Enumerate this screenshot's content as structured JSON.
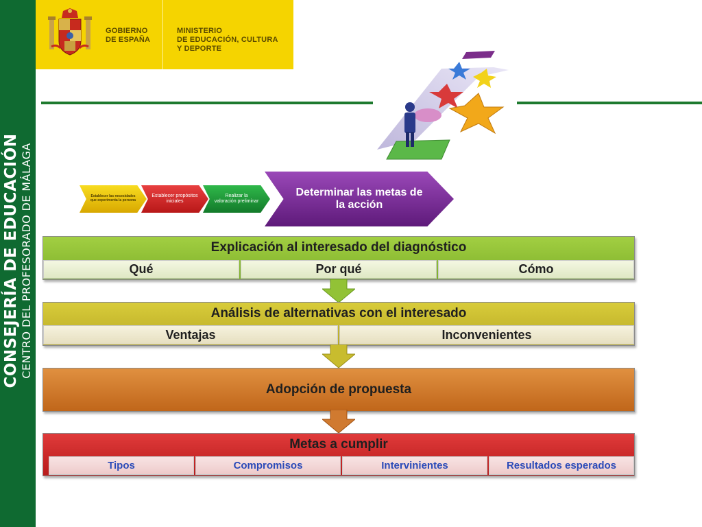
{
  "sidebar": {
    "line1": "CONSEJERÍA DE EDUCACIÓN",
    "line2": "CENTRO DEL PROFESORADO DE MÁLAGA"
  },
  "header": {
    "gov_label": "GOBIERNO\nDE ESPAÑA",
    "ministry_label": "MINISTERIO\nDE EDUCACIÓN, CULTURA\nY DEPORTE"
  },
  "steps": [
    {
      "label": "Establecer las necesidades que experimenta la persona",
      "color": "#f2c400"
    },
    {
      "label": "Establecer propósitos iniciales",
      "color": "#d92b2b"
    },
    {
      "label": "Realizar la valoración preliminar",
      "color": "#1f9a35"
    },
    {
      "label": "Determinar las metas de la acción",
      "color": "#7b2d9a"
    }
  ],
  "blocks": {
    "explicacion": {
      "title": "Explicación al interesado del diagnóstico",
      "items": [
        "Qué",
        "Por qué",
        "Cómo"
      ]
    },
    "analisis": {
      "title": "Análisis de alternativas con el interesado",
      "items": [
        "Ventajas",
        "Inconvenientes"
      ]
    },
    "adopcion": {
      "title": "Adopción de propuesta"
    },
    "metas": {
      "title": "Metas a cumplir",
      "items": [
        "Tipos",
        "Compromisos",
        "Intervinientes",
        "Resultados esperados"
      ]
    }
  }
}
